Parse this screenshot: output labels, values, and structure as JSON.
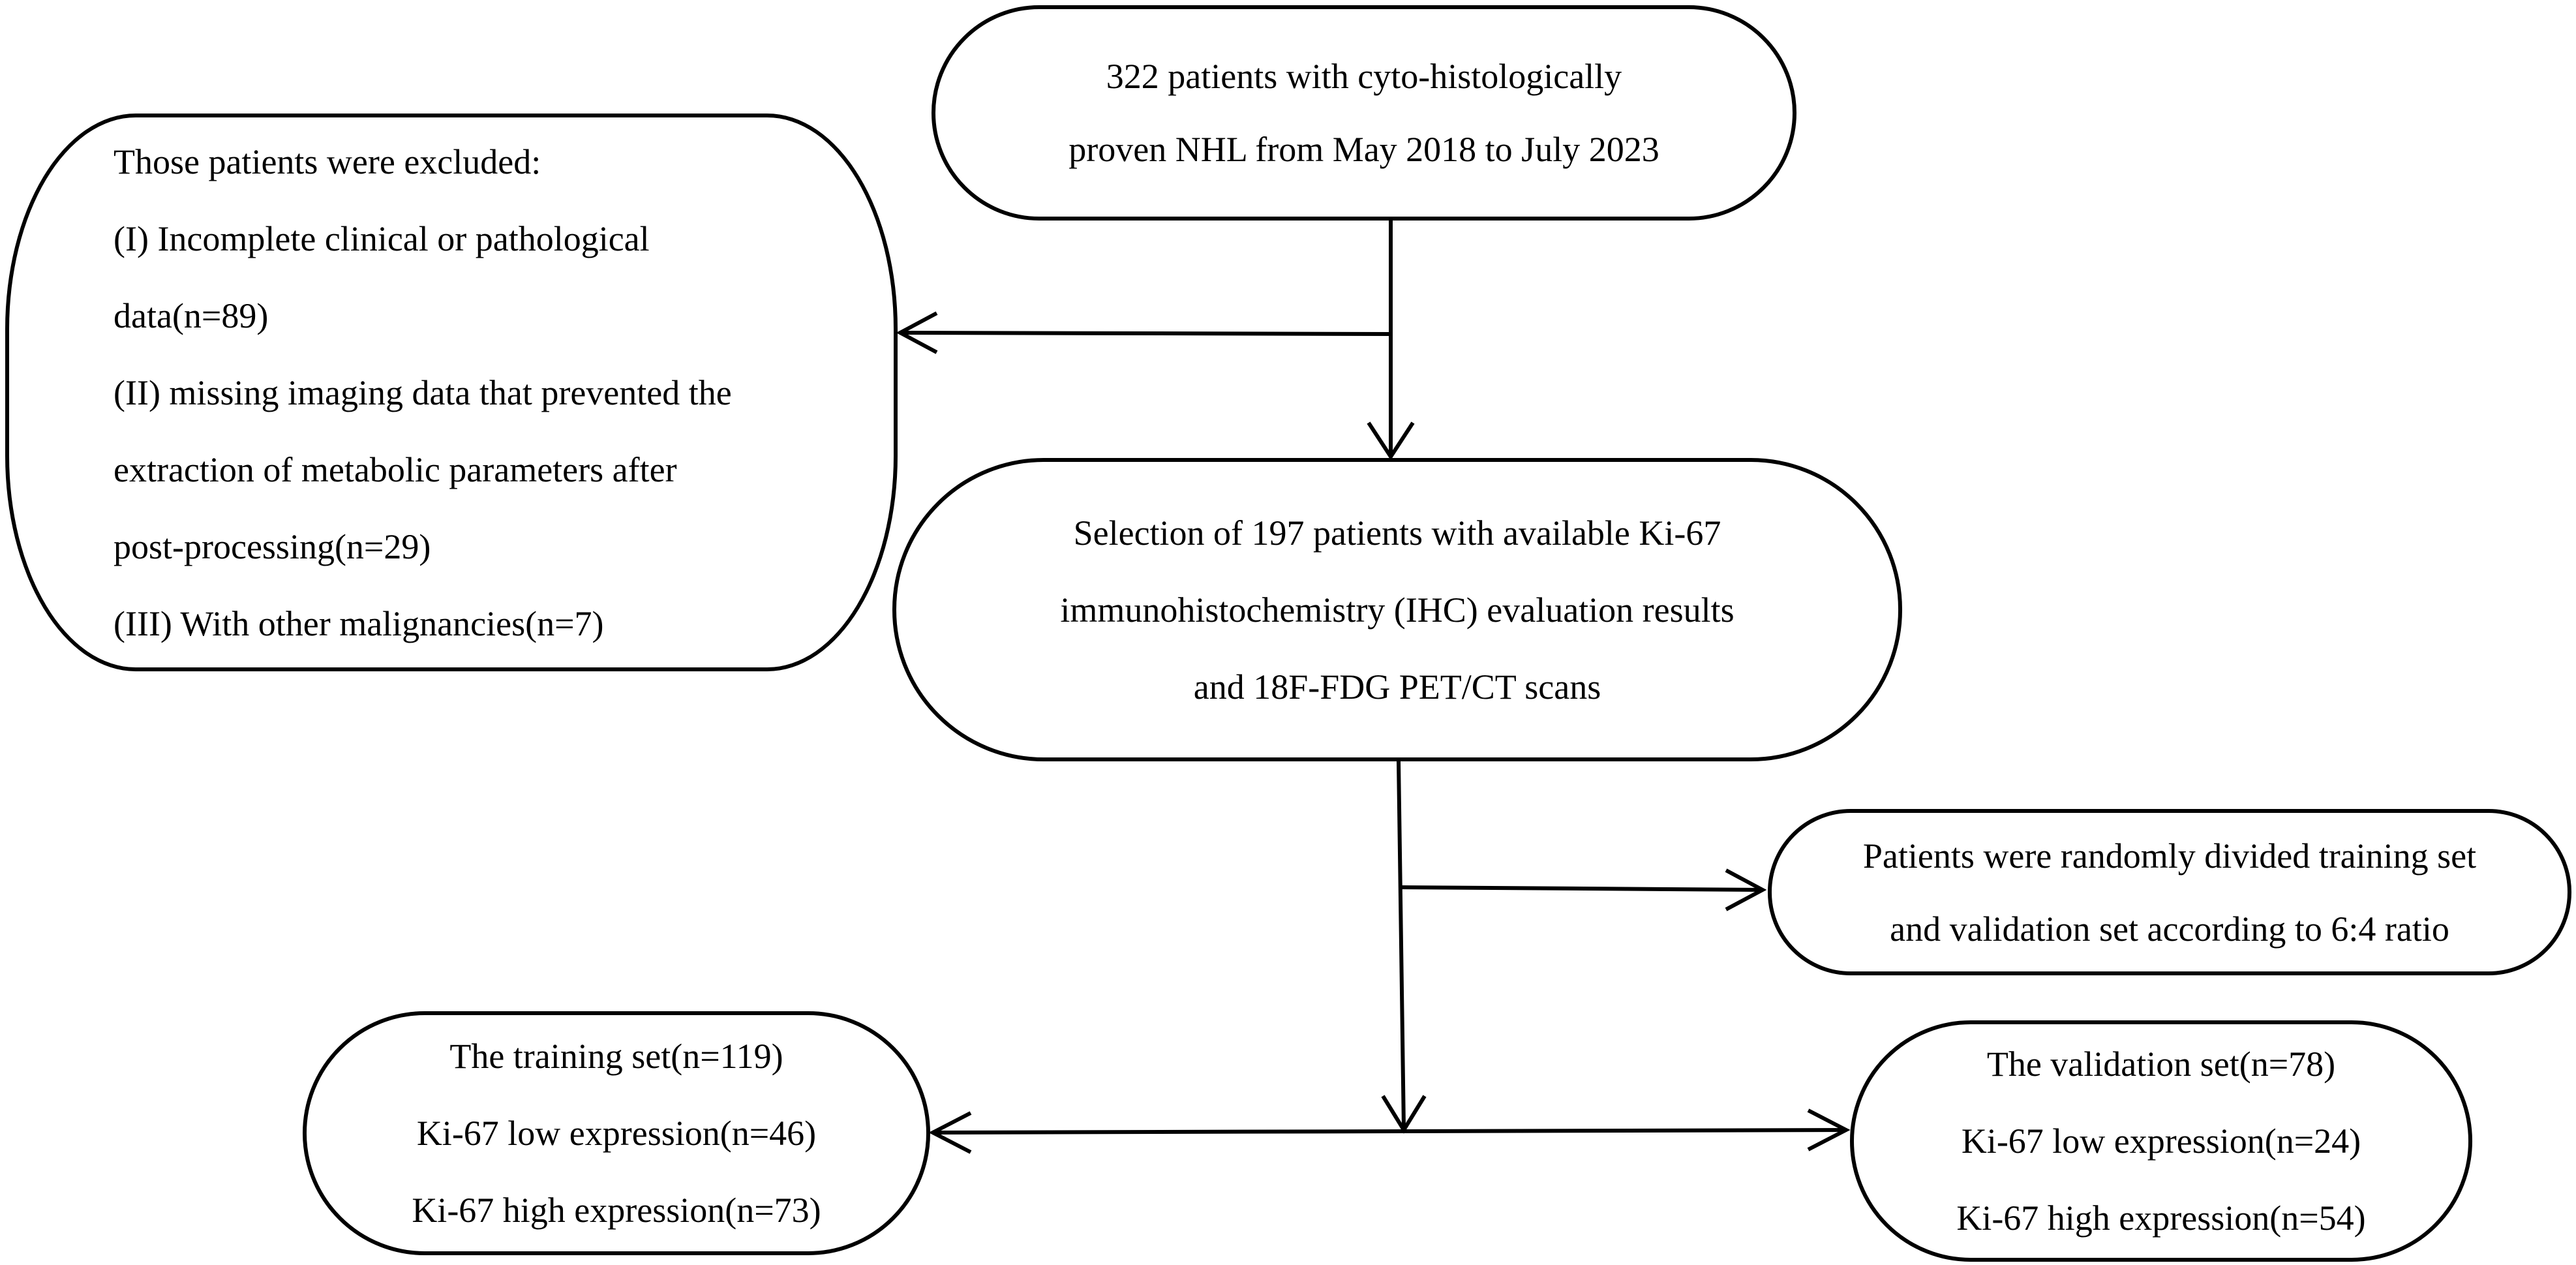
{
  "boxes": {
    "patients": {
      "lines": [
        "322 patients with cyto-histologically",
        "proven NHL from May 2018 to July 2023"
      ]
    },
    "excluded": {
      "lines": [
        "Those patients were excluded:",
        "(I) Incomplete clinical or pathological",
        "data(n=89)",
        "(II) missing imaging data that prevented the",
        "extraction of metabolic parameters after",
        "post-processing(n=29)",
        "(III) With other malignancies(n=7)"
      ]
    },
    "selection": {
      "lines": [
        "Selection of 197 patients with available Ki-67",
        "immunohistochemistry (IHC) evaluation results",
        "and 18F-FDG PET/CT scans"
      ]
    },
    "randomized": {
      "lines": [
        "Patients were randomly divided training set",
        "and validation set according to 6:4 ratio"
      ]
    },
    "training": {
      "lines": [
        "The training set(n=119)",
        "Ki-67 low expression(n=46)",
        "Ki-67 high expression(n=73)"
      ]
    },
    "validation": {
      "lines": [
        "The validation set(n=78)",
        "Ki-67 low expression(n=24)",
        "Ki-67 high expression(n=54)"
      ]
    }
  },
  "colors": {
    "stroke": "#000000",
    "background": "#ffffff"
  }
}
